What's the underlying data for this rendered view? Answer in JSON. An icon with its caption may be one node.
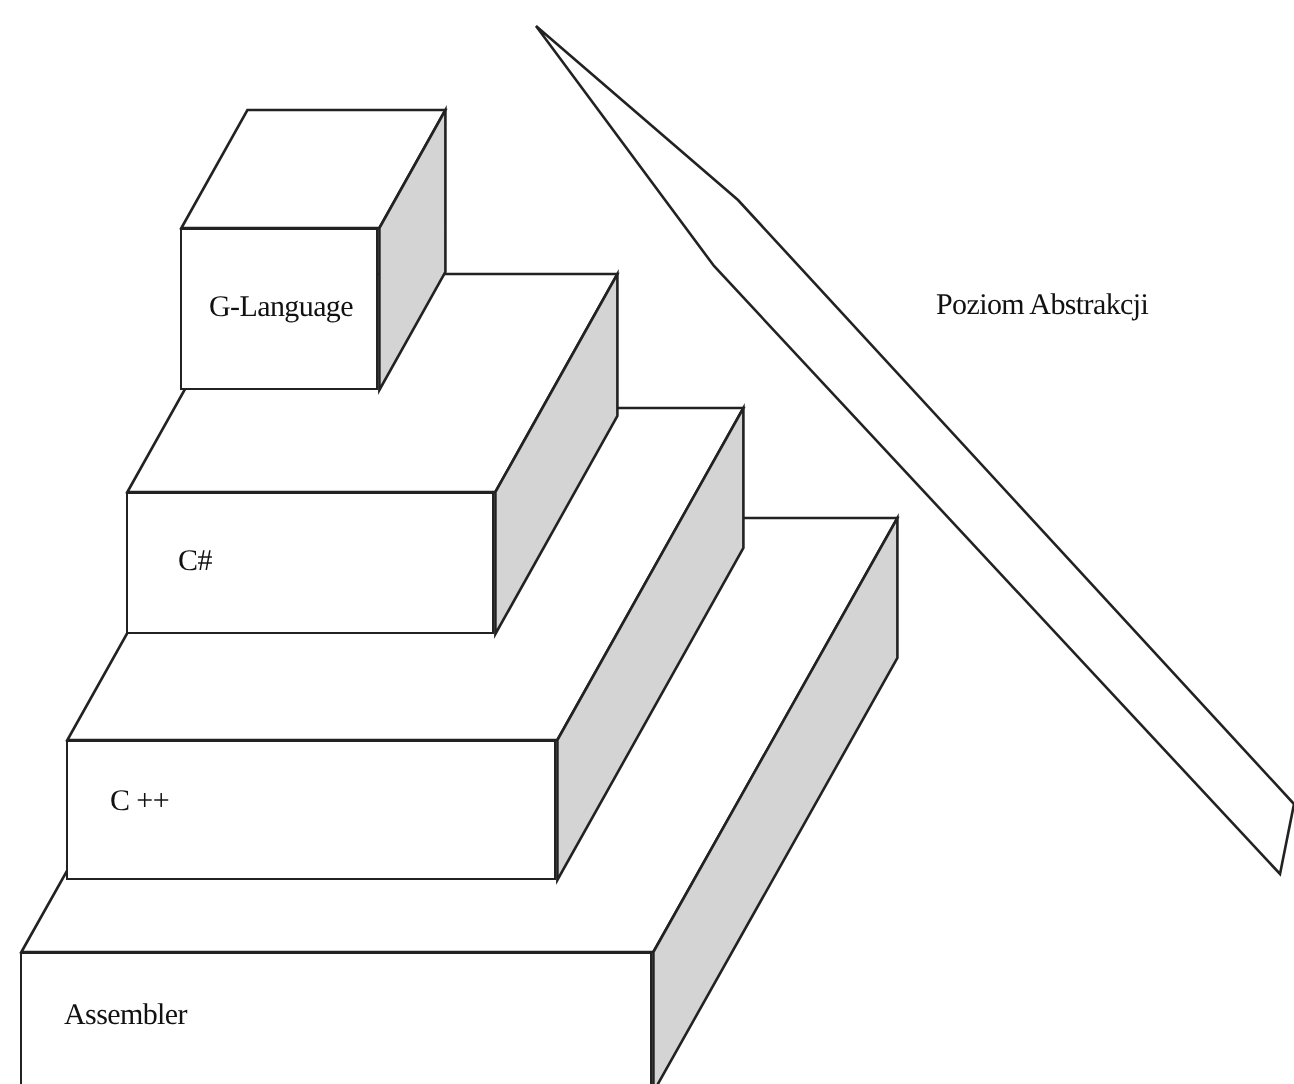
{
  "diagram": {
    "nodes": [
      {
        "text": [
          "G-Language"
        ]
      },
      {
        "text": [
          "C#"
        ]
      },
      {
        "text": [
          "C ++"
        ]
      },
      {
        "text": [
          "Assembler"
        ]
      }
    ],
    "labels": [
      "Poziom Abstrakcji"
    ]
  }
}
